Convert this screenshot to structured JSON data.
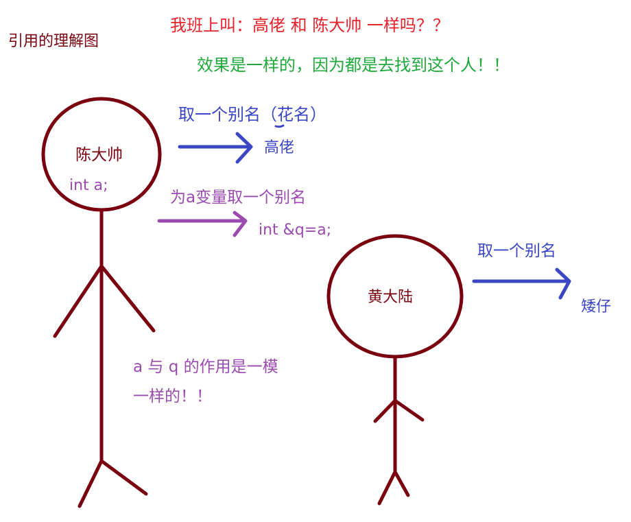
{
  "title": "引用的理解图",
  "question": "我班上叫：高佬 和 陈大帅  一样吗？？",
  "answer": "效果是一样的，因为都是去找到这个人！！",
  "person1": {
    "name": "陈大帅",
    "code": "int a;",
    "alias_label": "取一个别名（花名）",
    "alias": "高佬",
    "ref_label": "为a变量取一个别名",
    "ref_code": "int &q=a;",
    "note_line1": "a 与 q 的作用是一模",
    "note_line2": "一样的！！"
  },
  "person2": {
    "name": "黄大陆",
    "alias_label": "取一个别名",
    "alias": "矮仔"
  },
  "colors": {
    "figure": "#7a0010",
    "question": "#e8202a",
    "answer": "#1fa83a",
    "alias_arrow": "#3b46c4",
    "ref_arrow": "#9b4ab0"
  }
}
